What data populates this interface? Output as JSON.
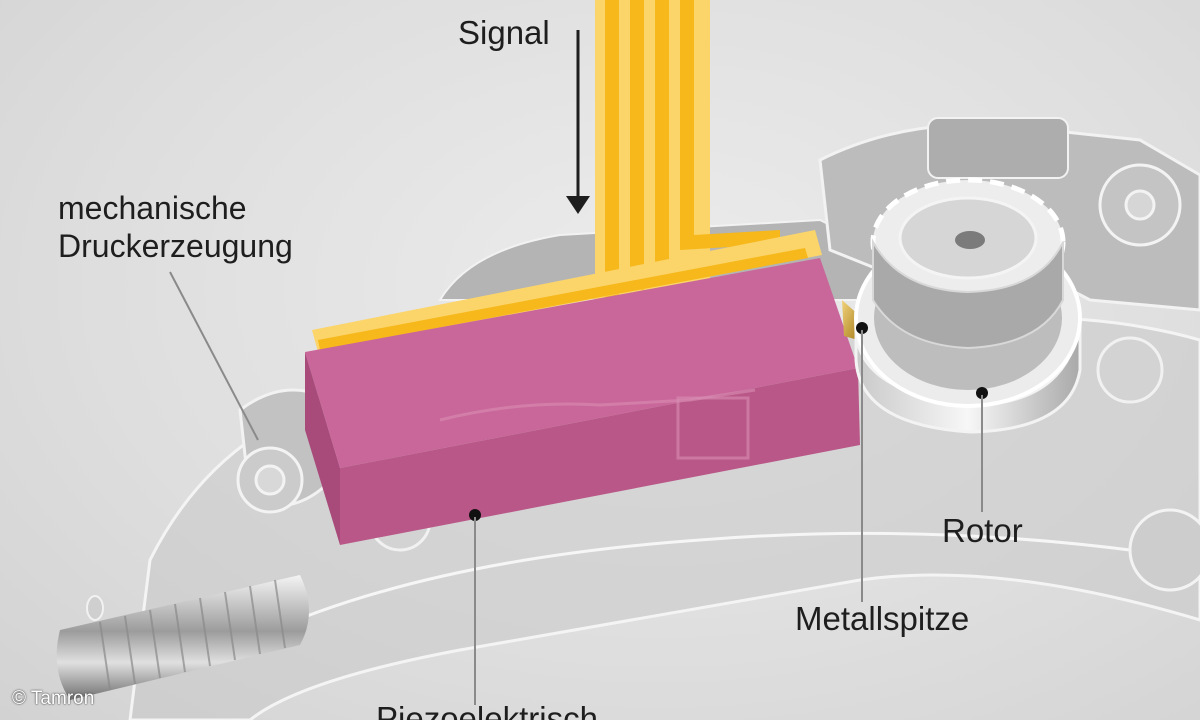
{
  "labels": {
    "signal": "Signal",
    "mechanical_line1": "mechanische",
    "mechanical_line2": "Druckerzeugung",
    "rotor": "Rotor",
    "metal_tip": "Metallspitze",
    "piezo_partial": "Piezoelektrisch",
    "copyright": "© Tamron"
  },
  "colors": {
    "piezo_block": "#c9679a",
    "flex_cable": "#f6b81a",
    "flex_cable_light": "#fbd46a",
    "background": "#e3e3e3",
    "mechanism_gray": "#b9b9b9"
  }
}
